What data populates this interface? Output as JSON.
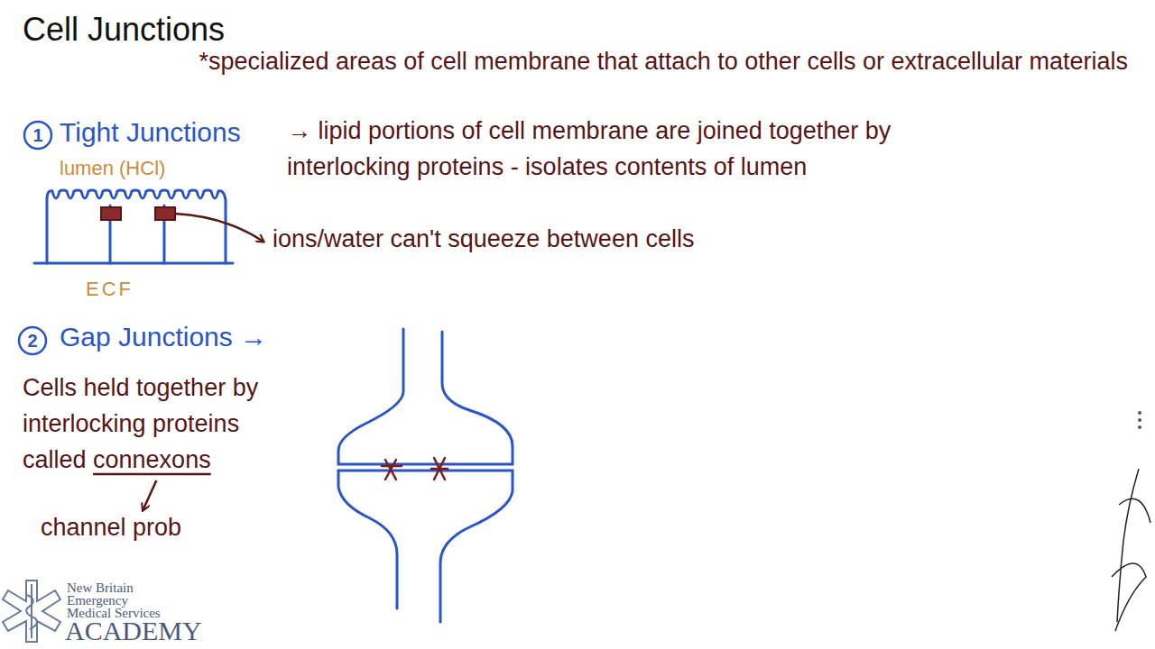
{
  "diagram": {
    "title": "Cell Junctions",
    "labels": [
      "*specialized areas of cell membrane that attach to other cells or extracellular materials",
      "1",
      "Tight Junctions",
      "→ lipid portions of cell membrane are joined together by interlocking proteins - isolates contents of lumen",
      "lumen (HCl)",
      "ECF",
      "ions/water can't squeeze between cells",
      "2",
      "Gap Junctions →",
      "Cells held together by interlocking proteins called connexons",
      "channel prob",
      "New Britain",
      "Emergency",
      "Medical Services",
      "ACADEMY"
    ]
  }
}
